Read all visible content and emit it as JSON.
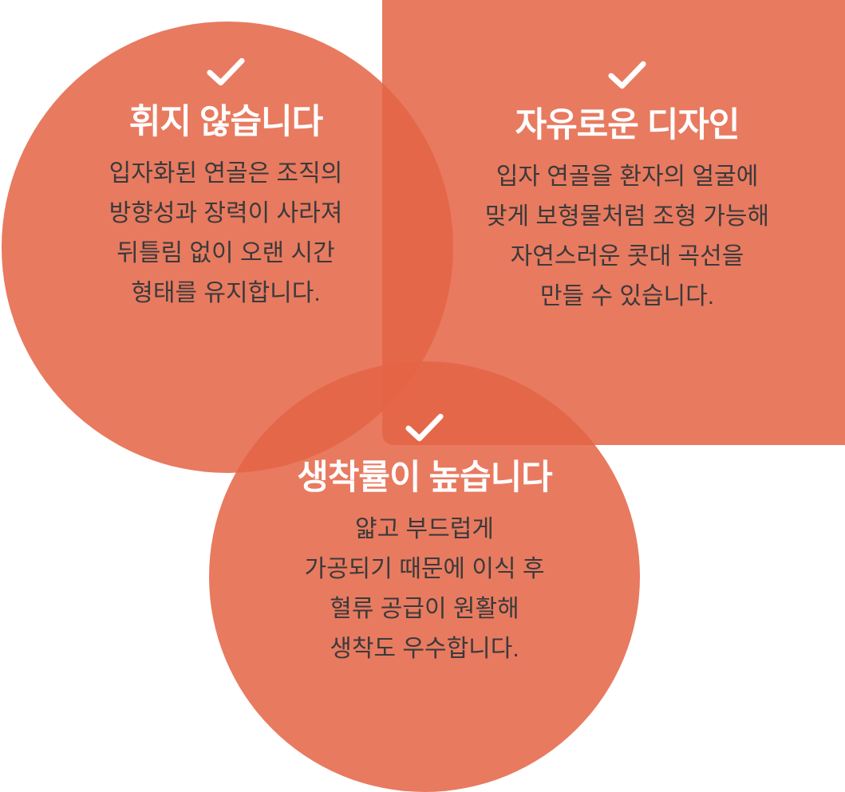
{
  "colors": {
    "shape_fill": "#E46446",
    "shape_apparent": "#E87A60",
    "overlap_apparent": "#E5674D",
    "check": "#FFFFFF",
    "heading": "#FFFFFF",
    "body_text": "#3A3A3A",
    "background": "#FFFFFF"
  },
  "cards": [
    {
      "id": "no-warping",
      "icon": "check-icon",
      "heading": "휘지 않습니다",
      "body": "입자화된 연골은 조직의\n방향성과 장력이 사라져\n뒤틀림 없이 오랜 시간\n형태를 유지합니다."
    },
    {
      "id": "free-design",
      "icon": "check-icon",
      "heading": "자유로운 디자인",
      "body": "입자 연골을 환자의 얼굴에\n맞게 보형물처럼 조형 가능해\n자연스러운 콧대 곡선을\n만들 수 있습니다."
    },
    {
      "id": "high-survival",
      "icon": "check-icon",
      "heading": "생착률이 높습니다",
      "body": "얇고 부드럽게\n가공되기 때문에 이식 후\n혈류 공급이 원활해\n생착도 우수합니다."
    }
  ]
}
